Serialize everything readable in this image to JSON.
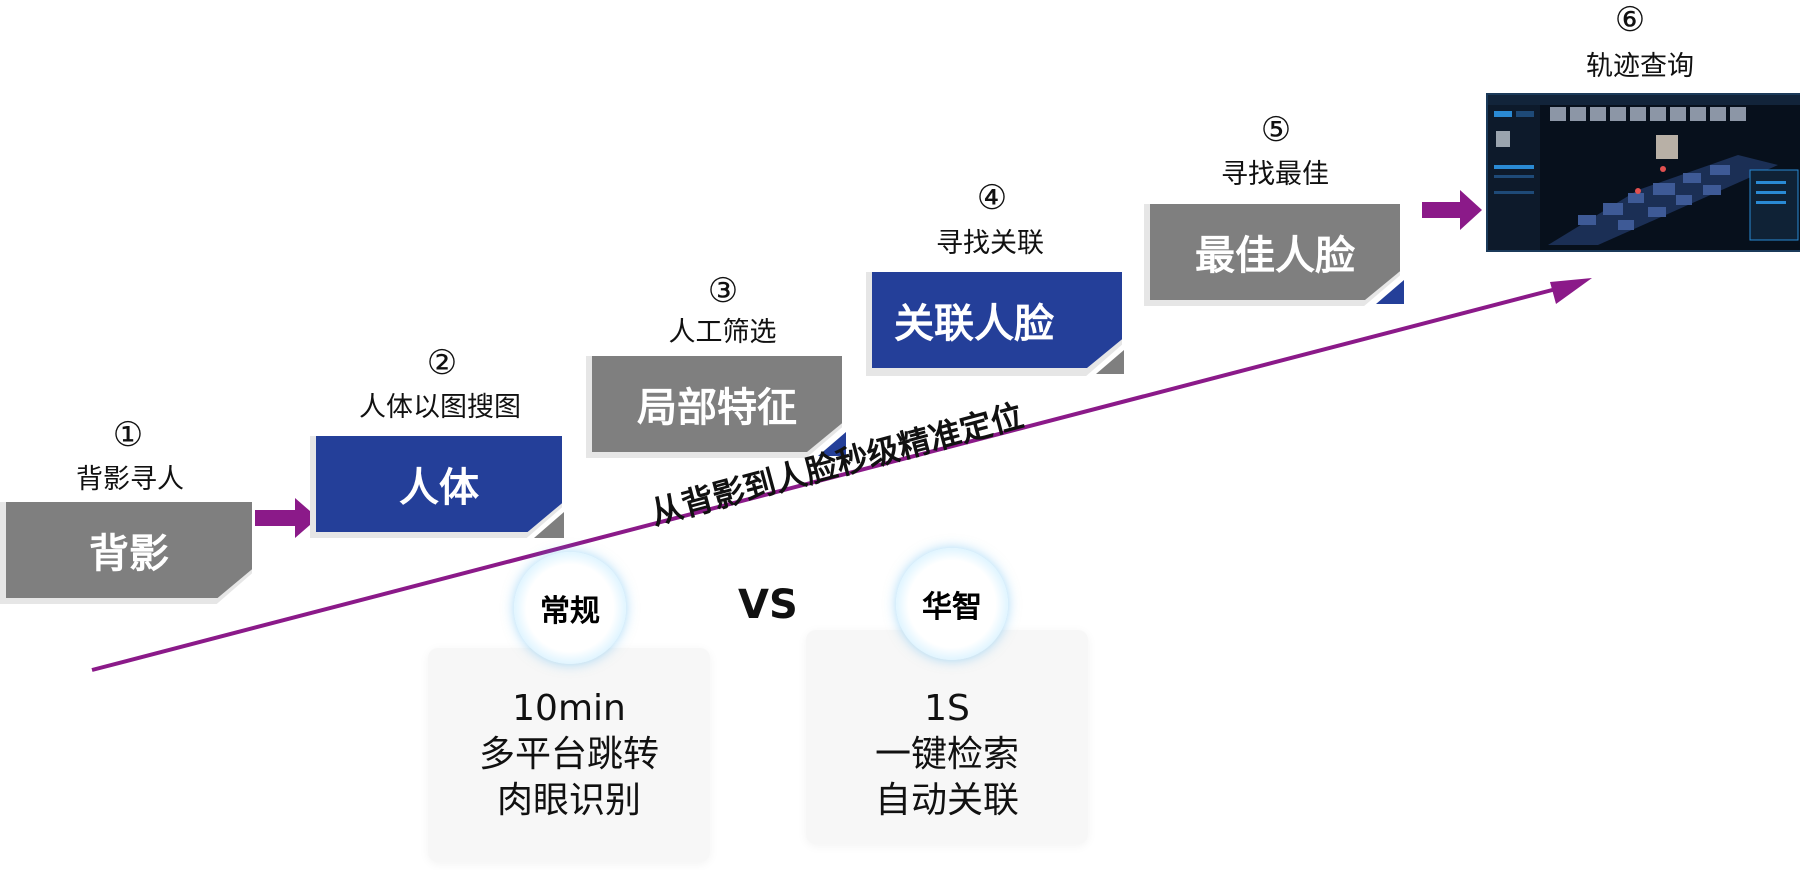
{
  "steps": [
    {
      "num": "①",
      "caption": "背影寻人",
      "box": "背影",
      "color": "#7f7f7f"
    },
    {
      "num": "②",
      "caption": "人体以图搜图",
      "box": "人体",
      "color": "#243f99"
    },
    {
      "num": "③",
      "caption": "人工筛选",
      "box": "局部特征",
      "color": "#7f7f7f"
    },
    {
      "num": "④",
      "caption": "寻找关联",
      "box": "关联人脸",
      "color": "#243f99"
    },
    {
      "num": "⑤",
      "caption": "寻找最佳",
      "box": "最佳人脸",
      "color": "#7f7f7f"
    },
    {
      "num": "⑥",
      "caption": "轨迹查询"
    }
  ],
  "slogan": "从背影到人脸秒级精准定位",
  "compare": {
    "left": {
      "label": "常规",
      "lines": [
        "10min",
        "多平台跳转",
        "肉眼识别"
      ]
    },
    "vs": "VS",
    "right": {
      "label": "华智",
      "lines": [
        "1S",
        "一键检索",
        "自动关联"
      ]
    }
  },
  "colors": {
    "arrow": "#8b1a89",
    "gray_box": "#7f7f7f",
    "blue_box": "#243f99"
  }
}
